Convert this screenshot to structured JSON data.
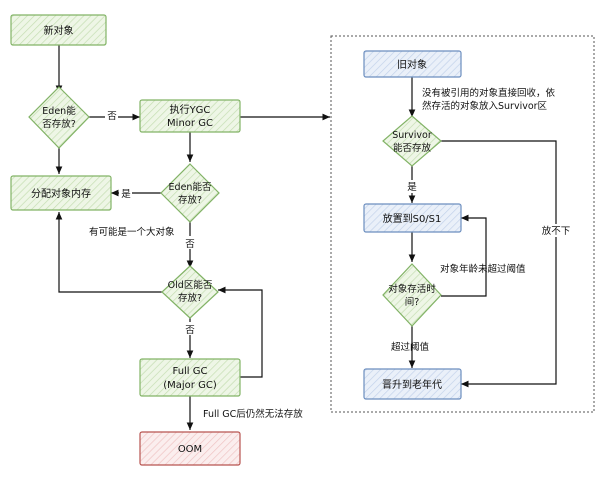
{
  "nodes": {
    "new_object": "新对象",
    "eden_check": [
      "Eden能",
      "否存放?"
    ],
    "ygc": [
      "执行YGC",
      "Minor GC"
    ],
    "eden_check2": [
      "Eden能否",
      "存放?"
    ],
    "allocate": "分配对象内存",
    "old_check": [
      "Old区能否",
      "存放?"
    ],
    "full_gc": [
      "Full GC",
      "(Major GC)"
    ],
    "oom": "OOM",
    "old_object": "旧对象",
    "survivor_check": [
      "Survivor",
      "能否存放"
    ],
    "move_to_s": "放置到S0/S1",
    "age_check": [
      "对象存活时",
      "间?"
    ],
    "promote": "晋升到老年代"
  },
  "edge_labels": {
    "no": "否",
    "yes": "是",
    "maybe_big": "有可能是一个大对象",
    "full_gc_fail": "Full GC后仍然无法存放",
    "note": [
      "没有被引用的对象直接回收，依",
      "然存活的对象放入Survivor区"
    ],
    "cannot_fit": "放不下",
    "age_not_exceed": "对象年龄未超过阈值",
    "exceed": "超过阈值"
  },
  "colors": {
    "green_border": "#82b366",
    "green_fill": "#e6f2dc",
    "blue_border": "#6c8ebf",
    "blue_fill": "#e3ebf7",
    "red_border": "#b85450",
    "red_fill": "#f8e2e2",
    "edge": "#111111"
  }
}
